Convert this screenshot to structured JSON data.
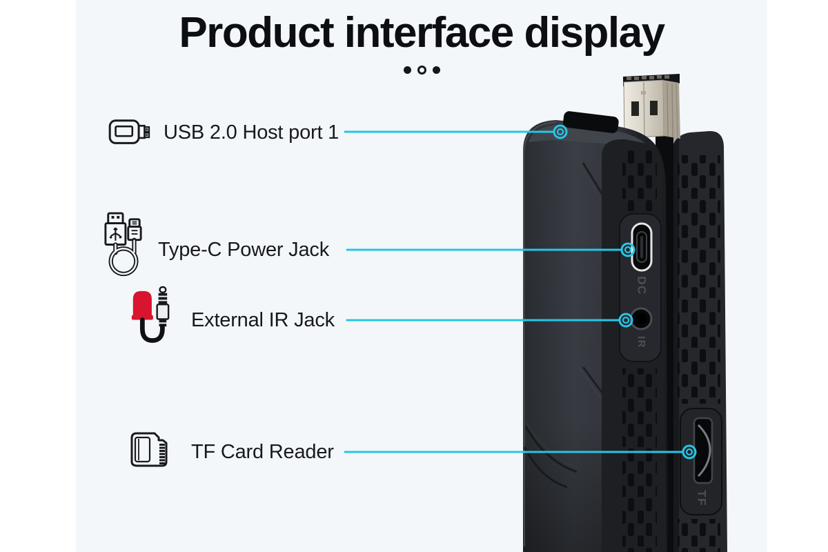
{
  "theme": {
    "accent": "#24c7e8",
    "panel_bg": "#f4f7f9",
    "page_bg": "#ffffff",
    "text": "#17191d",
    "ir_red": "#d8142e"
  },
  "header": {
    "title": "Product interface display",
    "pagination_dots": 3
  },
  "callouts": [
    {
      "label": "USB 2.0 Host port 1",
      "icon": "usb-plug-icon",
      "target": "usb-port-opening"
    },
    {
      "label": "Type-C Power Jack",
      "icon": "usb-cable-icon",
      "target": "type-c-port"
    },
    {
      "label": "External IR Jack",
      "icon": "ir-cable-icon",
      "target": "ir-jack-port"
    },
    {
      "label": "TF Card Reader",
      "icon": "tf-card-icon",
      "target": "tf-card-slot"
    }
  ],
  "device": {
    "name": "tv-stick",
    "port_labels": {
      "dc": "DC",
      "ir": "IR",
      "tf": "TF"
    }
  }
}
